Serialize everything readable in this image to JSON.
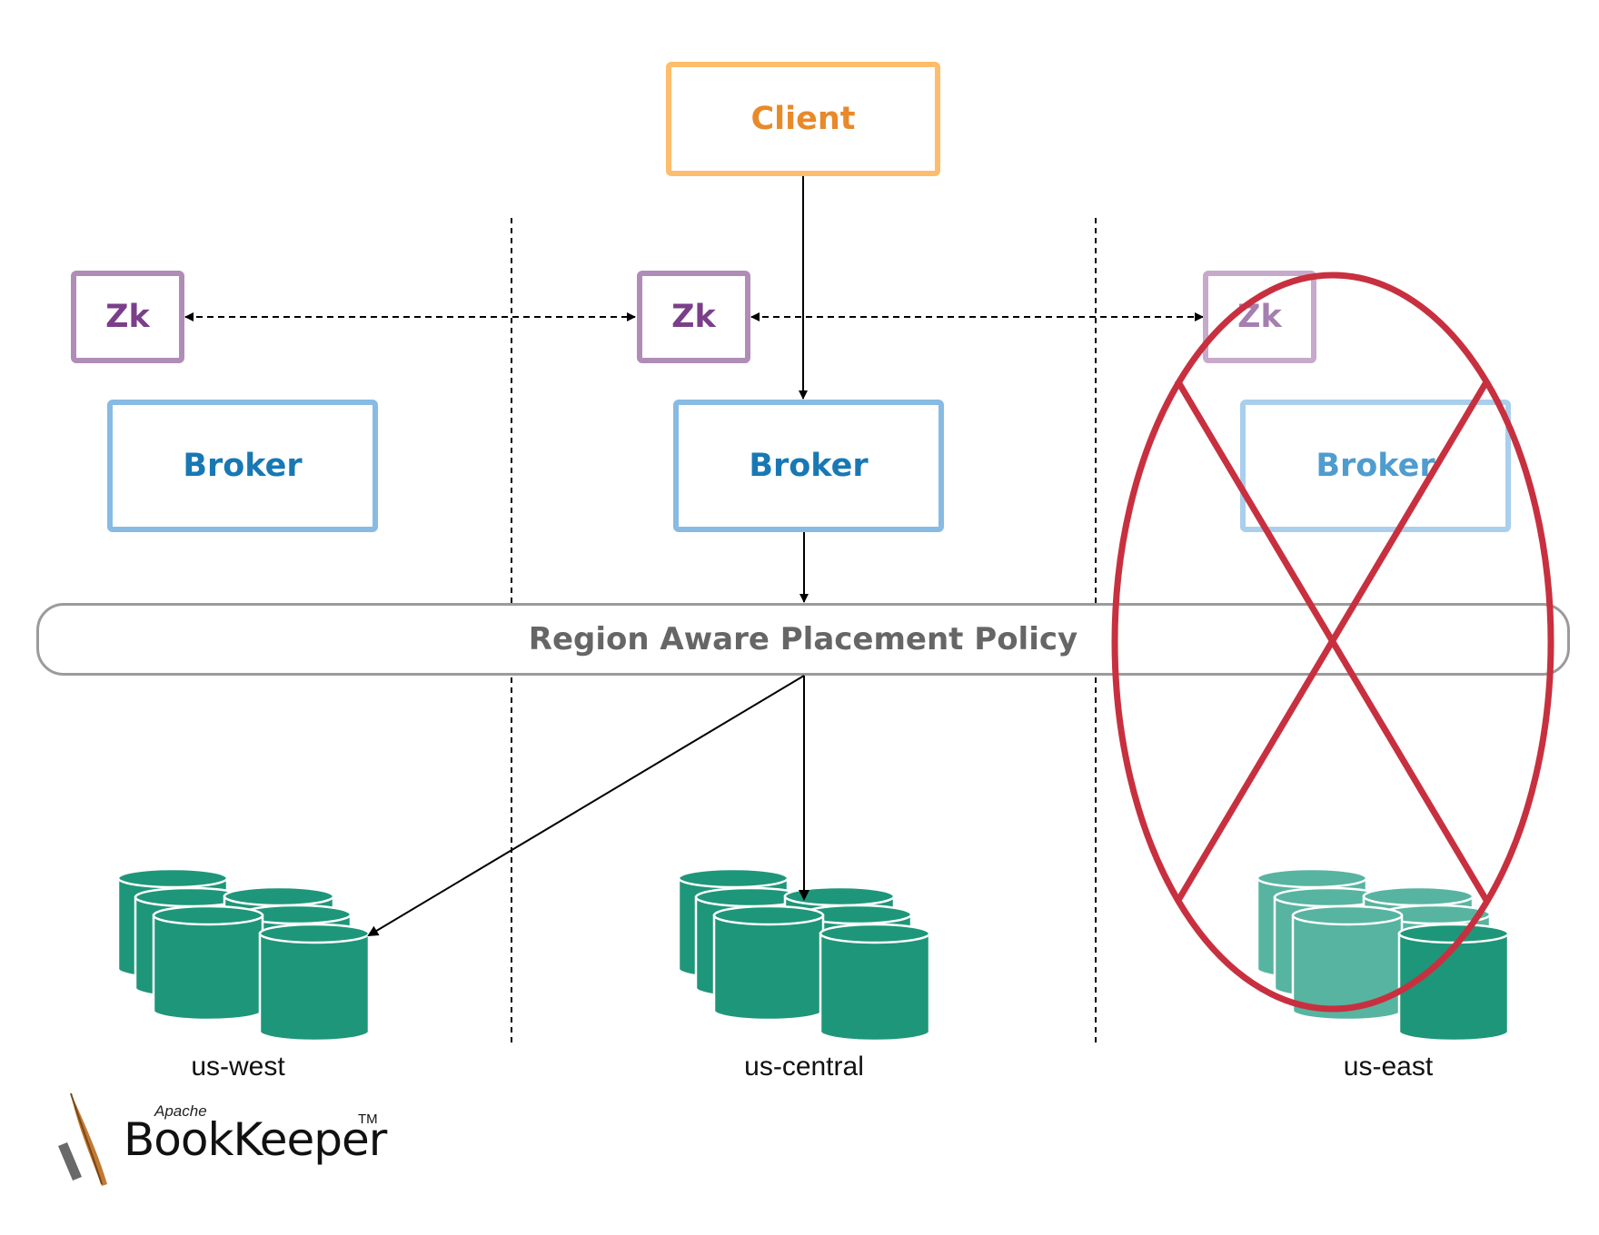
{
  "diagram": {
    "client": {
      "label": "Client"
    },
    "regions": [
      {
        "name": "us-west",
        "zk_label": "Zk",
        "broker_label": "Broker",
        "failed": false
      },
      {
        "name": "us-central",
        "zk_label": "Zk",
        "broker_label": "Broker",
        "failed": false
      },
      {
        "name": "us-east",
        "zk_label": "Zk",
        "broker_label": "Broker",
        "failed": true
      }
    ],
    "policy": {
      "label": "Region Aware Placement Policy"
    },
    "logo": {
      "apache": "Apache",
      "name": "BookKeeper",
      "tm": "TM"
    },
    "colors": {
      "client_border": "#fdbd6c",
      "client_text": "#e8892a",
      "zk_border": "#b08db6",
      "zk_text": "#7b3f8a",
      "broker_border": "#88bbe3",
      "broker_text": "#1878b4",
      "bookie": "#1e9679",
      "bookie_faded": "#57b4a0",
      "failure_mark": "#c8303f",
      "policy_border": "#9b9b9b",
      "policy_text": "#666666"
    }
  }
}
